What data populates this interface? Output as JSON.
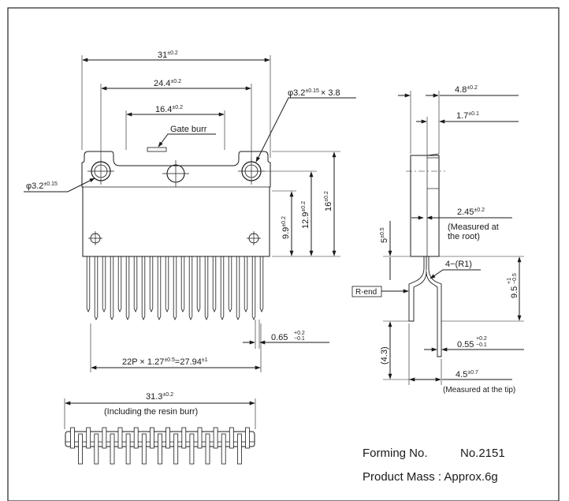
{
  "front_view": {
    "dim_width_total": "31",
    "dim_width_total_tol": "±0.2",
    "dim_hole_pitch_outer": "24.4",
    "dim_hole_pitch_outer_tol": "±0.2",
    "dim_hole_pitch_inner": "16.4",
    "dim_hole_pitch_inner_tol": "±0.2",
    "gate_burr_label": "Gate burr",
    "slot_label": "φ3.2",
    "slot_label_tol": "±0.15",
    "slot_label_suffix": "× 3.8",
    "hole_label": "φ3.2",
    "hole_label_tol": "±0.15",
    "dim_height_total": "16",
    "dim_height_total_tol": "±0.2",
    "dim_height_mid": "12.9",
    "dim_height_mid_tol": "±0.2",
    "dim_height_low": "9.9",
    "dim_height_low_tol": "±0.2",
    "dim_pin_width": "0.65",
    "dim_pin_width_tol_up": "+0.2",
    "dim_pin_width_tol_down": "−0.1",
    "dim_pin_pitch_a": "22P × 1.27",
    "dim_pin_pitch_tol_a": "±0.5",
    "dim_pin_pitch_b": "=27.94",
    "dim_pin_pitch_tol_b": "±1"
  },
  "side_view": {
    "dim_thickness": "4.8",
    "dim_thickness_tol": "±0.2",
    "dim_tab": "1.7",
    "dim_tab_tol": "±0.1",
    "dim_root": "2.45",
    "dim_root_tol": "±0.2",
    "note_root_1": "(Measured at",
    "note_root_2": "the root)",
    "dim_lead_top": "5",
    "dim_lead_top_tol": "±0.5",
    "bend_label": "4−(R1)",
    "r_end_label": "R-end",
    "dim_forming": "9.5",
    "dim_forming_tol_up": "+1",
    "dim_forming_tol_down": "−0.5",
    "dim_tip_len": "(4.3)",
    "dim_lead_dia": "0.55",
    "dim_lead_dia_tol_up": "+0.2",
    "dim_lead_dia_tol_down": "−0.1",
    "dim_span": "4.5",
    "dim_span_tol": "±0.7",
    "note_tip": "(Measured at the tip)"
  },
  "bottom_view": {
    "dim_width": "31.3",
    "dim_width_tol": "±0.2",
    "note": "(Including the resin burr)"
  },
  "info": {
    "forming_label": "Forming No.",
    "forming_value": "No.2151",
    "mass_text": "Product Mass : Approx.6g"
  }
}
